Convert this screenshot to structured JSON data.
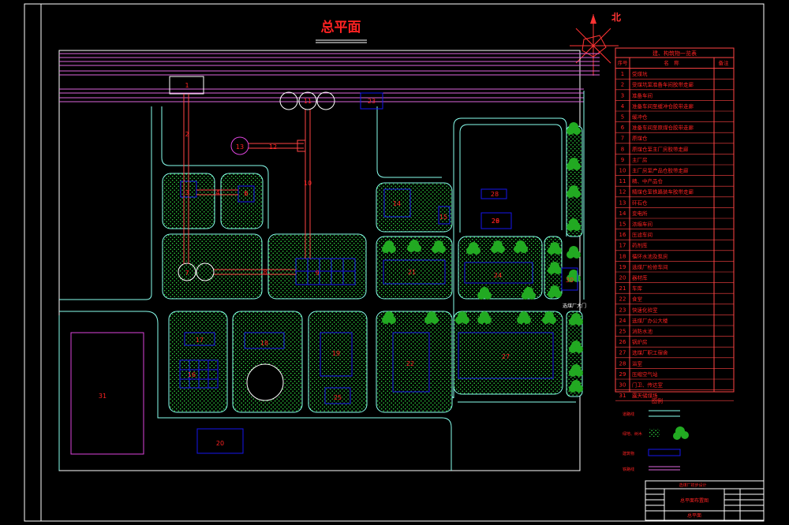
{
  "title": "总平面",
  "north_label": "北",
  "table": {
    "title": "建、构筑物一览表",
    "headers": [
      "序号",
      "名　称",
      "备注"
    ],
    "rows": [
      {
        "no": "1",
        "name": "受煤坑"
      },
      {
        "no": "2",
        "name": "受煤坑至准备车间胶带走廊"
      },
      {
        "no": "3",
        "name": "准备车间"
      },
      {
        "no": "4",
        "name": "准备车间至缓冲仓胶带走廊"
      },
      {
        "no": "5",
        "name": "缓冲仓"
      },
      {
        "no": "6",
        "name": "准备车间至原煤仓胶带走廊"
      },
      {
        "no": "7",
        "name": "原煤仓"
      },
      {
        "no": "8",
        "name": "原煤仓至主厂房胶带走廊"
      },
      {
        "no": "9",
        "name": "主厂房"
      },
      {
        "no": "10",
        "name": "主厂房至产品仓胶带走廊"
      },
      {
        "no": "11",
        "name": "精、中产品仓"
      },
      {
        "no": "12",
        "name": "精煤仓至铁路装车胶带走廊"
      },
      {
        "no": "13",
        "name": "矸石仓"
      },
      {
        "no": "14",
        "name": "变电所"
      },
      {
        "no": "15",
        "name": "浓缩车间"
      },
      {
        "no": "16",
        "name": "压滤车间"
      },
      {
        "no": "17",
        "name": "药剂库"
      },
      {
        "no": "18",
        "name": "循环水池及泵房"
      },
      {
        "no": "19",
        "name": "选煤厂检修车间"
      },
      {
        "no": "20",
        "name": "器材库"
      },
      {
        "no": "21",
        "name": "车库"
      },
      {
        "no": "22",
        "name": "食堂"
      },
      {
        "no": "23",
        "name": "快速化验室"
      },
      {
        "no": "24",
        "name": "选煤厂办公大楼"
      },
      {
        "no": "25",
        "name": "消防水池"
      },
      {
        "no": "26",
        "name": "锅炉房"
      },
      {
        "no": "27",
        "name": "选煤厂职工宿舍"
      },
      {
        "no": "28",
        "name": "浴室"
      },
      {
        "no": "29",
        "name": "压缩空气站"
      },
      {
        "no": "30",
        "name": "门卫、传达室"
      },
      {
        "no": "31",
        "name": "露天储煤场"
      }
    ]
  },
  "legend": {
    "title": "图例",
    "items": [
      "道路线",
      "绿地、树木",
      "建筑物",
      "铁路线"
    ]
  },
  "gate_label": "选煤厂大门",
  "title_block": {
    "line1": "选煤厂初步设计",
    "drawing_name": "总平面布置图",
    "bottom": "总平面"
  },
  "plan": {
    "labels": [
      {
        "n": "1"
      },
      {
        "n": "2"
      },
      {
        "n": "3"
      },
      {
        "n": "4"
      },
      {
        "n": "5"
      },
      {
        "n": "6"
      },
      {
        "n": "7"
      },
      {
        "n": "8"
      },
      {
        "n": "9"
      },
      {
        "n": "10"
      },
      {
        "n": "11"
      },
      {
        "n": "12"
      },
      {
        "n": "13"
      },
      {
        "n": "14"
      },
      {
        "n": "15"
      },
      {
        "n": "16"
      },
      {
        "n": "17"
      },
      {
        "n": "18"
      },
      {
        "n": "19"
      },
      {
        "n": "20"
      },
      {
        "n": "21"
      },
      {
        "n": "22"
      },
      {
        "n": "23"
      },
      {
        "n": "24"
      },
      {
        "n": "25"
      },
      {
        "n": "26"
      },
      {
        "n": "27"
      },
      {
        "n": "28"
      },
      {
        "n": "29"
      },
      {
        "n": "30"
      },
      {
        "n": "31"
      }
    ]
  },
  "colors": {
    "background": "#000000",
    "frame": "#ffffff",
    "road": "#88ffee",
    "rail": "#dd66dd",
    "building": "#1616ee",
    "label": "#ff2222",
    "green": "#33cc33",
    "tree": "#22aa22"
  }
}
